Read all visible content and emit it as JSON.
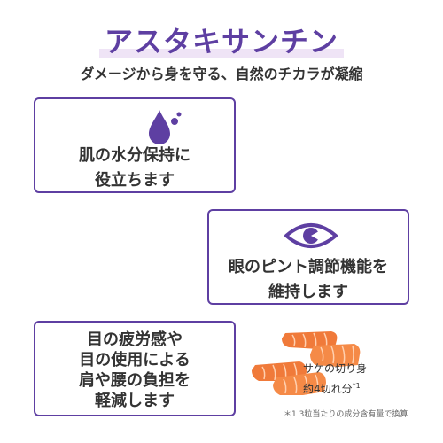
{
  "title": "アスタキサンチン",
  "subtitle": "ダメージから身を守る、自然のチカラが凝縮",
  "cards": [
    {
      "icon": "water-drop-icon",
      "lines": [
        "肌の水分保持に",
        "役立ちます"
      ]
    },
    {
      "icon": "eye-icon",
      "lines": [
        "眼のピント調節機能を",
        "維持します"
      ]
    },
    {
      "icon": "",
      "lines": [
        "目の疲労感や",
        "目の使用による",
        "肩や腰の負担を",
        "軽減します"
      ]
    }
  ],
  "salmon": {
    "line1": "サケの切り身",
    "line2": "約4切れ分",
    "note_mark": "*1"
  },
  "footnote": "＊1 3粒当たりの成分含有量で換算",
  "colors": {
    "accent": "#5e3fa2",
    "highlight": "#efe4f6",
    "salmon": "#f07a3a"
  }
}
